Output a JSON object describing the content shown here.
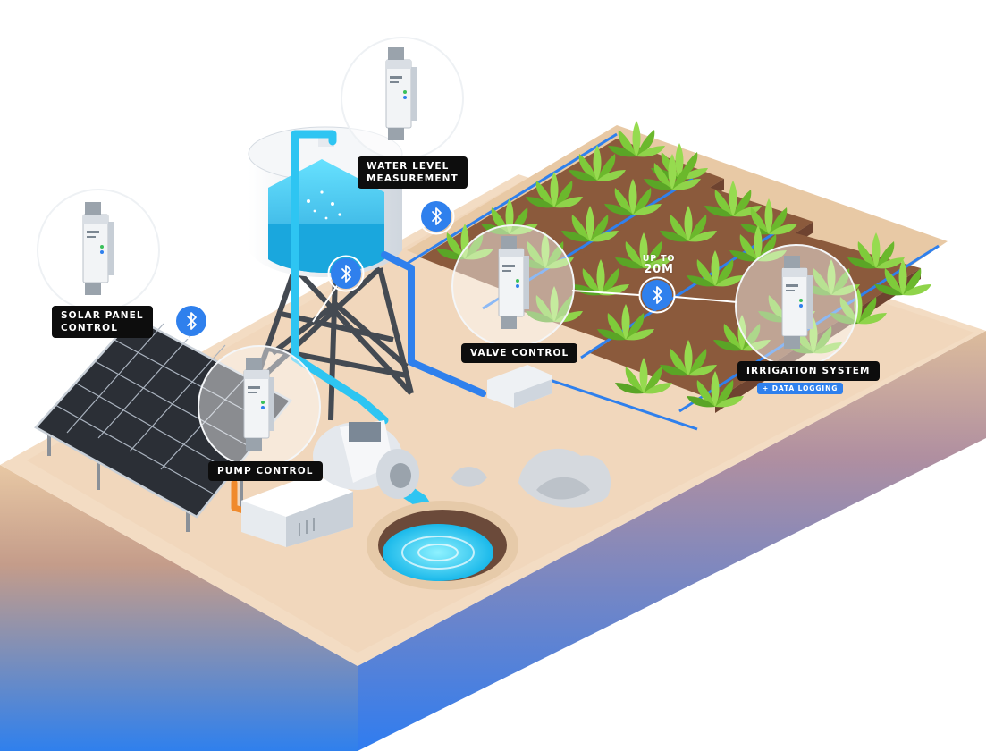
{
  "labels": {
    "water_level_line1": "WATER LEVEL",
    "water_level_line2": "MEASUREMENT",
    "solar_line1": "SOLAR PANEL",
    "solar_line2": "CONTROL",
    "valve": "VALVE CONTROL",
    "pump": "PUMP CONTROL",
    "irrigation": "IRRIGATION SYSTEM",
    "irrigation_sub": "+ DATA LOGGING",
    "range_line1": "UP TO",
    "range_line2": "20M"
  },
  "icons": {
    "bluetooth": "bluetooth-icon",
    "controller": "din-rail-controller-icon"
  },
  "colors": {
    "bluetooth": "#2f80ed",
    "water": "#2ec5f2",
    "pipe_orange": "#f08a2c",
    "soil": "#8b5a3c",
    "sand": "#f0d9bf",
    "ground_blue": "#2f80ed",
    "callout_bg": "#0d0d0d"
  }
}
